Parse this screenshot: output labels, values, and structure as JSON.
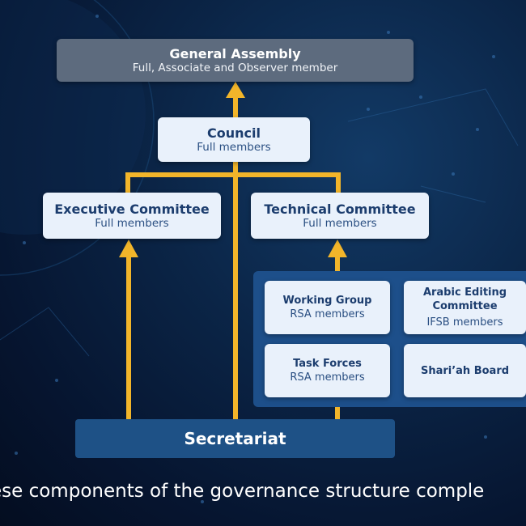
{
  "general_assembly": {
    "title": "General Assembly",
    "subtitle": "Full, Associate and Observer member"
  },
  "council": {
    "title": "Council",
    "subtitle": "Full members"
  },
  "executive_committee": {
    "title": "Executive Committee",
    "subtitle": "Full members"
  },
  "technical_committee": {
    "title": "Technical Committee",
    "subtitle": "Full members"
  },
  "working_group": {
    "title": "Working Group",
    "subtitle": "RSA members"
  },
  "arabic_editing_committee": {
    "title_line1": "Arabic Editing",
    "title_line2": "Committee",
    "subtitle": "IFSB members"
  },
  "task_forces": {
    "title": "Task Forces",
    "subtitle": "RSA members"
  },
  "shariah_board": {
    "title": "Shari’ah Board"
  },
  "secretariat": {
    "title": "Secretariat"
  },
  "caption": {
    "text": "ese components of the governance structure comple"
  },
  "colors": {
    "connector": "#f2b52a",
    "box": "#e9f1fb",
    "general_assembly_box": "#5d6b7e",
    "panel": "#1d4f8a",
    "secretariat_box": "#1e5186",
    "text": "#1c3d6e"
  }
}
